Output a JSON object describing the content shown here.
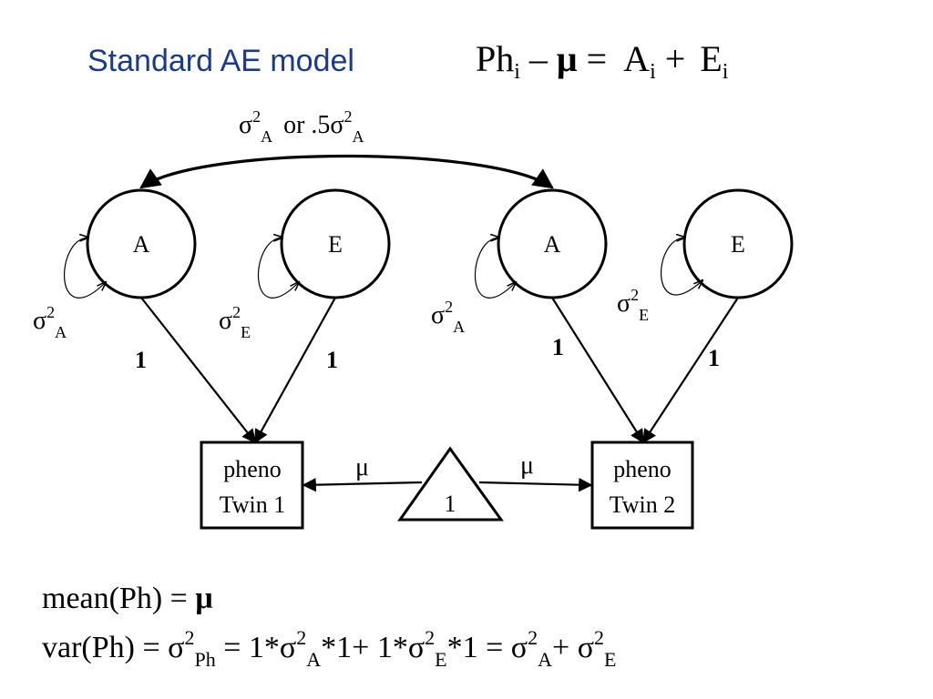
{
  "title": "Standard AE model",
  "equation": {
    "ph": "Ph",
    "i": "i",
    "minus": " – ",
    "mu": "μ",
    "eq": " = ",
    "a": "A",
    "plus": " + ",
    "e": "E"
  },
  "covariance": {
    "sigma": "σ",
    "two": "2",
    "a": "A",
    "or": "or .5",
    "a2": "A"
  },
  "nodes": {
    "twin1_a": "A",
    "twin1_e": "E",
    "twin2_a": "A",
    "twin2_e": "E",
    "twin1_pheno_line1": "pheno",
    "twin1_pheno_line2": "Twin 1",
    "twin2_pheno_line1": "pheno",
    "twin2_pheno_line2": "Twin 2",
    "constant": "1"
  },
  "variances": {
    "sigma": "σ",
    "two": "2",
    "a": "A",
    "e": "E"
  },
  "paths": {
    "loading": "1",
    "mean": "μ"
  },
  "formulas": {
    "mean_prefix": "mean(Ph) = ",
    "mean_mu": "μ",
    "var_prefix": "var(Ph) = ",
    "sigma": "σ",
    "two": "2",
    "ph": "Ph",
    "a": "A",
    "e": "E",
    "eq": " = ",
    "one_star": "1*",
    "star_one": "*1",
    "plus_one_star": "+ 1*",
    "eq_spaced": " = ",
    "plus": "+ "
  }
}
